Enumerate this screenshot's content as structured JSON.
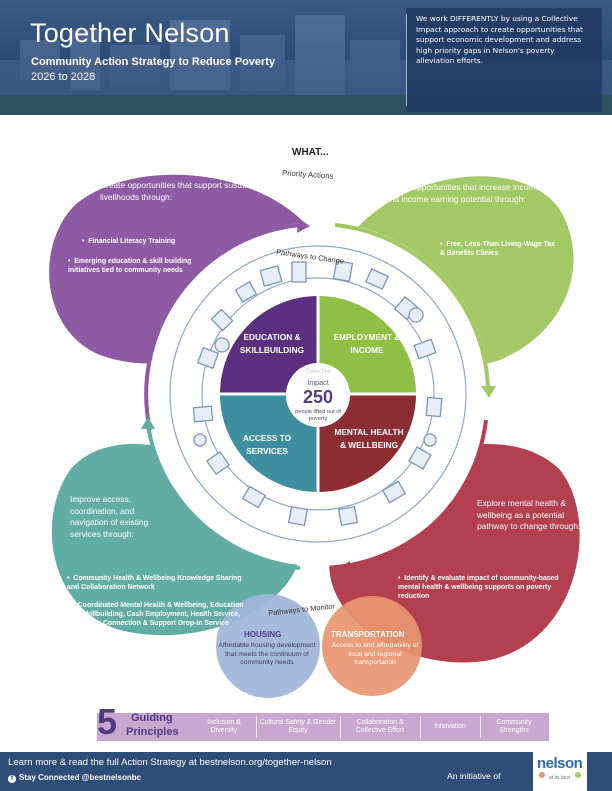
{
  "header": {
    "title": "Together Nelson",
    "subtitle": "Community Action Strategy to Reduce Poverty",
    "years": "2026 to 2028",
    "statement": "We work DIFFERENTLY by using a Collective Impact approach to create opportunities that support economic development and address high priority gaps in Nelson's poverty alleviation efforts."
  },
  "diagram": {
    "what_label": "WHAT...",
    "priority_label": "Priority Actions",
    "pathways_change_label": "Pathways to Change",
    "pathways_monitor_label": "Pathways to Monitor",
    "leaves": {
      "education": {
        "lead": "Create opportunities that support sustainable livelihoods through:",
        "bullets": [
          "Financial Literacy Training",
          "Emerging education & skill building initiatives tied to community needs"
        ]
      },
      "employment": {
        "lead": "Create opportunities that increase income and income earning potential through:",
        "bullets": [
          "Free, Less-Than Living-Wage Tax & Benefits Clinics"
        ]
      },
      "access": {
        "lead": "Improve access, coordination, and navigation of existing services through:",
        "bullets": [
          "Community Health & Wellbeing Knowledge Sharing and Collaboration Network",
          "Coordinated Mental Health & Wellbeing, Education & Skillbuilding, Cash Employment, Health Service, Peer Connection & Support Drop-in Service"
        ]
      },
      "mental": {
        "lead": "Explore mental health & wellbeing as a potential pathway to change through:",
        "bullets": [
          "Identify & evaluate impact of community-based mental health & wellbeing supports on poverty reduction"
        ]
      }
    },
    "quadrants": {
      "education": "EDUCATION & SKILLBUILDING",
      "employment": "EMPLOYMENT & INCOME",
      "access": "ACCESS TO SERVICES",
      "mental": "MENTAL HEALTH & WELLBEING"
    },
    "impact": {
      "collective": "Collective",
      "label": "Impact",
      "value": "250",
      "caption": "people lifted out of poverty"
    },
    "monitor": {
      "housing": {
        "title": "HOUSING",
        "desc": "Affordable housing development that meets the continuum of community needs"
      },
      "transportation": {
        "title": "TRANSPORTATION",
        "desc": "Access to and affordability of local and regional transportation"
      }
    }
  },
  "principles": {
    "number": "5",
    "word1": "Guiding",
    "word2": "Principles",
    "items": [
      "Inclusion & Diversity",
      "Cultural Safety & Gender Equity",
      "Collaboration & Collective Effort",
      "Innovation",
      "Community Strengths"
    ]
  },
  "footer": {
    "learn": "Learn more & read the full Action Strategy at bestnelson.org/together-nelson",
    "connect": "Stay Connected @bestnelsonbc",
    "initiative": "An initiative of",
    "logo_word": "nelson",
    "logo_tag": "at its best"
  },
  "colors": {
    "purple": "#8e5aa3",
    "green": "#a3c965",
    "teal": "#62ada3",
    "red": "#b4404f",
    "q_purple": "#5a2f80",
    "q_green": "#8fbf45",
    "q_teal": "#3d8fa0",
    "q_red": "#8c2d34",
    "housing": "#9eb5d9",
    "transport": "#e8956f",
    "header": "#2c4a76"
  }
}
